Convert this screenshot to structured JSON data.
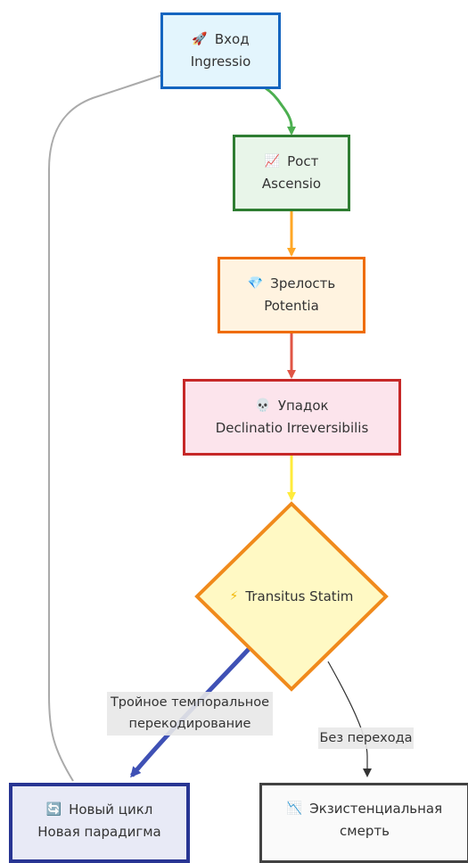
{
  "nodes": {
    "entry": {
      "icon": "🚀",
      "title": "Вход",
      "subtitle": "Ingressio",
      "fill": "#e3f5fd",
      "stroke": "#1565c0"
    },
    "growth": {
      "icon": "📈",
      "title": "Рост",
      "subtitle": "Ascensio",
      "fill": "#e8f5e9",
      "stroke": "#2e7d32"
    },
    "maturity": {
      "icon": "💎",
      "title": "Зрелость",
      "subtitle": "Potentia",
      "fill": "#fff3e0",
      "stroke": "#ef6c00"
    },
    "decline": {
      "icon": "💀",
      "title": "Упадок",
      "subtitle": "Declinatio Irreversibilis",
      "fill": "#fce4ec",
      "stroke": "#c62828"
    },
    "transition": {
      "icon": "⚡",
      "title": "Transitus Statim",
      "fill": "#fff9c4",
      "stroke": "#f08a1c"
    },
    "new_cycle": {
      "icon": "🔄",
      "title": "Новый цикл",
      "subtitle": "Новая парадигма",
      "fill": "#e8eaf6",
      "stroke": "#283593"
    },
    "death": {
      "icon": "📉",
      "title": "Экзистенциальная",
      "subtitle": "смерть",
      "fill": "#fafafa",
      "stroke": "#424242"
    }
  },
  "edges": {
    "triple_label_line1": "Тройное темпоральное",
    "triple_label_line2": "перекодирование",
    "no_transition_label": "Без перехода"
  },
  "colors": {
    "edge_entry_growth": "#4caf50",
    "edge_growth_maturity": "#ffa726",
    "edge_maturity_decline": "#e05545",
    "edge_decline_transition": "#ffeb3b",
    "edge_transition_newcycle": "#3f51b5",
    "edge_transition_death": "#333333",
    "edge_loop": "#aaaaaa"
  }
}
